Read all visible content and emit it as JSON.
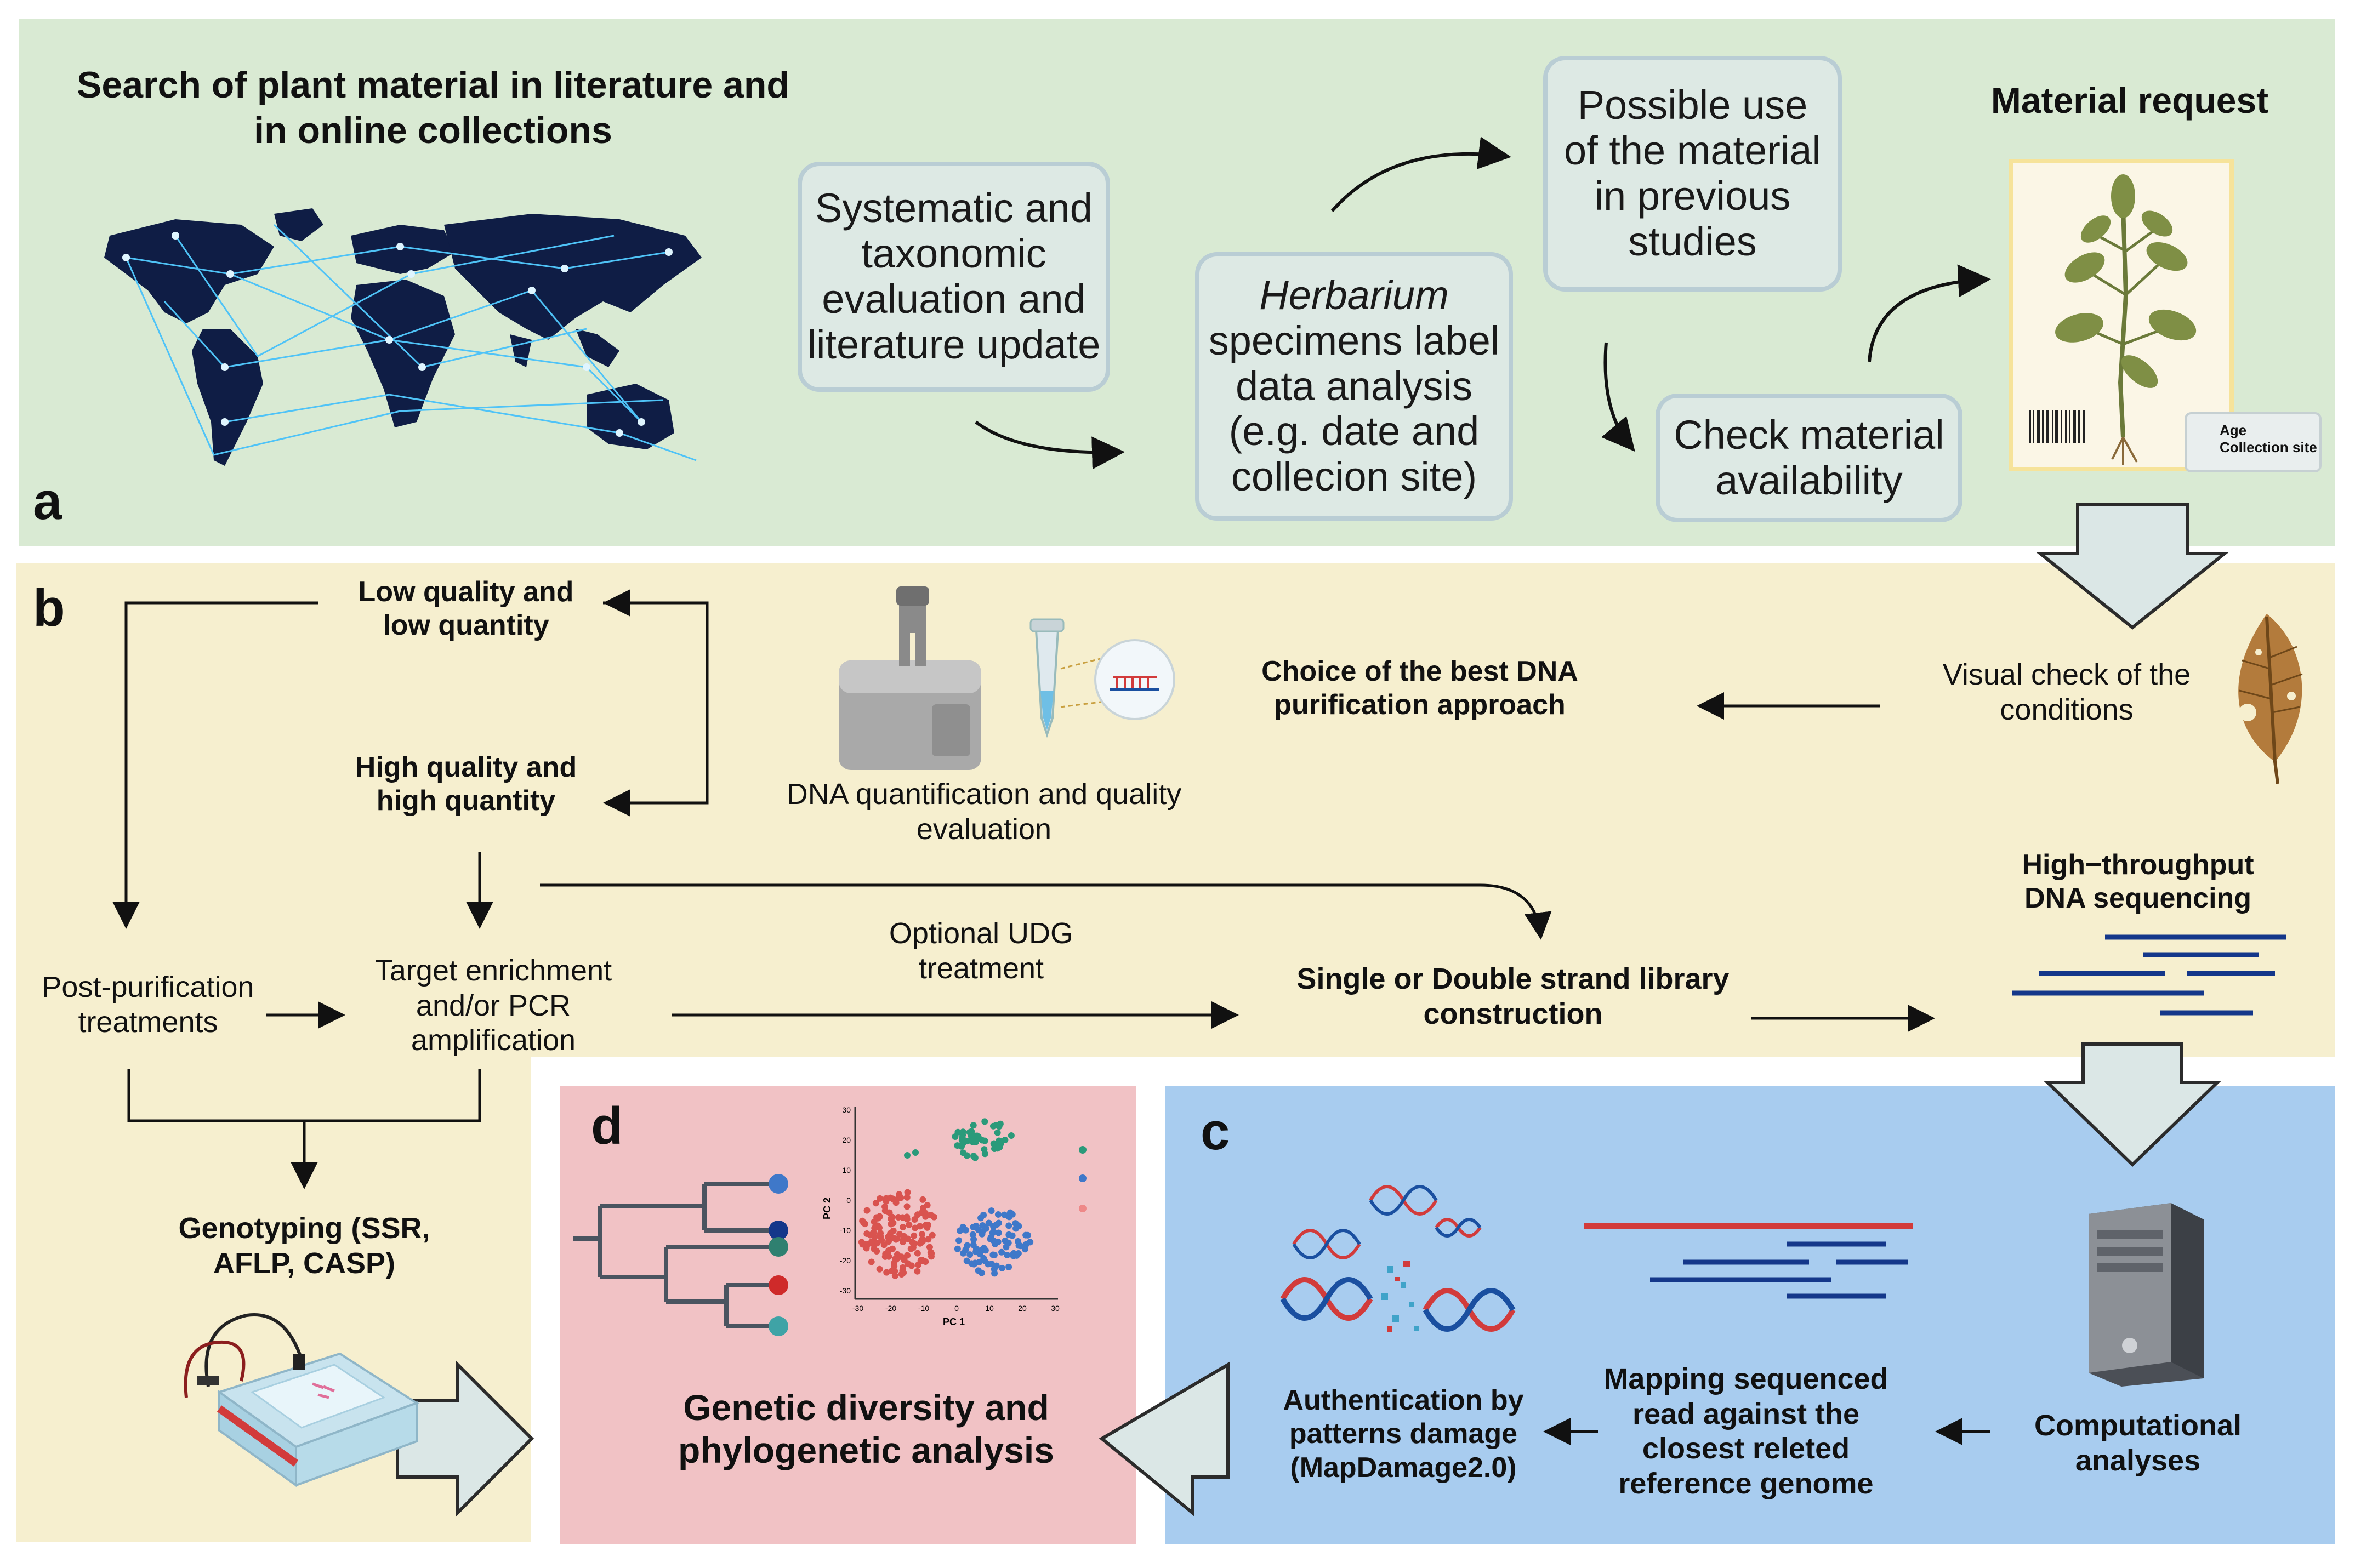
{
  "panels": {
    "a": {
      "letter": "a",
      "title_line1": "Search of plant material in literature and",
      "title_line2": "in online collections",
      "box_systematic": [
        "Systematic and",
        "taxonomic",
        "evaluation and",
        "literature update"
      ],
      "box_herbarium_italic": "Herbarium",
      "box_herbarium": [
        "specimens label",
        "data analysis",
        "(e.g. date and",
        "collecion site)"
      ],
      "box_possible": [
        "Possible use",
        "of the material",
        "in previous",
        "studies"
      ],
      "box_check": [
        "Check material",
        "availability"
      ],
      "material_request": "Material request",
      "tag_items": [
        "Age",
        "Collection site"
      ]
    },
    "b": {
      "letter": "b",
      "low_quality": [
        "Low quality and",
        "low quantity"
      ],
      "high_quality": [
        "High quality and",
        "high  quantity"
      ],
      "dna_quant": [
        "DNA quantification and quality",
        "evaluation"
      ],
      "choice": [
        "Choice of the best DNA",
        "purification approach"
      ],
      "visual_check": [
        "Visual check of the",
        "conditions"
      ],
      "post_purification": [
        "Post-purification",
        "treatments"
      ],
      "target_enrichment": [
        "Target enrichment",
        "and/or PCR",
        "amplification"
      ],
      "optional_udg": [
        "Optional UDG",
        "treatment"
      ],
      "library": [
        "Single or Double strand library",
        "construction"
      ],
      "hts": [
        "High−throughput",
        "DNA sequencing"
      ],
      "genotyping": [
        "Genotyping (SSR,",
        "AFLP, CASP)"
      ]
    },
    "c": {
      "letter": "c",
      "computational": [
        "Computational",
        "analyses"
      ],
      "mapping": [
        "Mapping sequenced",
        "read against the",
        "closest releted",
        "reference genome"
      ],
      "authentication": [
        "Authentication by",
        "patterns damage",
        "(MapDamage2.0)"
      ]
    },
    "d": {
      "letter": "d",
      "title": [
        "Genetic diversity and",
        "phylogenetic analysis"
      ],
      "pca_xlabel": "PC 1",
      "pca_ylabel": "PC 2",
      "pca_xticks": [
        "-30",
        "-20",
        "-10",
        "0",
        "10",
        "20",
        "30"
      ],
      "pca_yticks": [
        "30",
        "20",
        "10",
        "0",
        "-10",
        "-20",
        "-30"
      ]
    }
  },
  "colors": {
    "panel_a": "#d9ead3",
    "panel_b": "#f6efcf",
    "panel_c": "#a8ccef",
    "panel_d": "#f1c2c5",
    "box_fill": "#dde9e4",
    "box_border": "#b9cdd4",
    "big_arrow": "#dbe7e6",
    "seq_blue": "#14378a",
    "ref_red": "#d23b3b",
    "cluster_red": "#d9534f",
    "cluster_teal": "#2a9a7a",
    "cluster_blue": "#3f78c9",
    "map_navy": "#0f1d45",
    "map_links": "#4fc3f7"
  },
  "icons": [
    "world-network-map-icon",
    "nanodrop-icon",
    "tube-icon",
    "leaf-icon",
    "herbarium-sheet-icon",
    "computer-tower-icon",
    "dna-fragments-icon",
    "gel-box-icon",
    "phylo-tree-icon",
    "pca-plot-icon"
  ]
}
